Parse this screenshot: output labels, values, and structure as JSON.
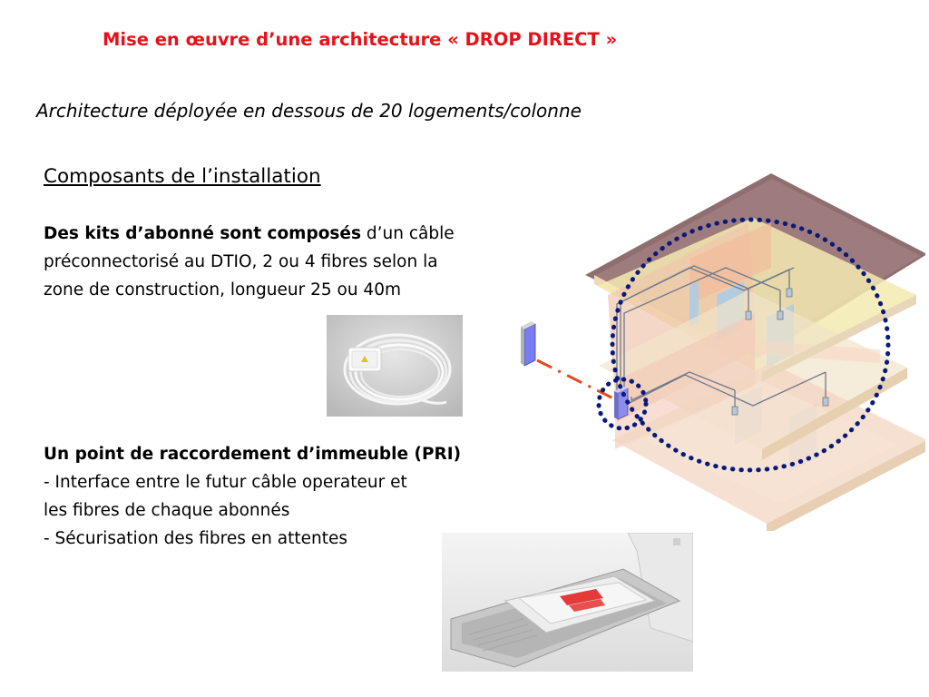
{
  "header": {
    "title": "Mise en œuvre d’une architecture « DROP DIRECT »",
    "subtitle": "Architecture déployée en dessous de 20 logements/colonne"
  },
  "section": {
    "heading": "Composants de l’installation"
  },
  "kit": {
    "bold": "Des kits d’abonné sont composés",
    "line1_rest": " d’un câble",
    "line2": "préconnectorisé au DTIO, 2 ou 4 fibres selon la",
    "line3": "zone de construction, longueur 25 ou 40m"
  },
  "pri": {
    "heading": "Un point de raccordement d’immeuble (PRI)",
    "line1": "- Interface entre le futur câble operateur et",
    "line2": "les fibres de chaque abonnés",
    "line3": "- Sécurisation des fibres en attentes"
  },
  "colors": {
    "title": "#e8101a",
    "dotted_outline": "#0a1a7a",
    "link_dash": "#e24a1c"
  }
}
